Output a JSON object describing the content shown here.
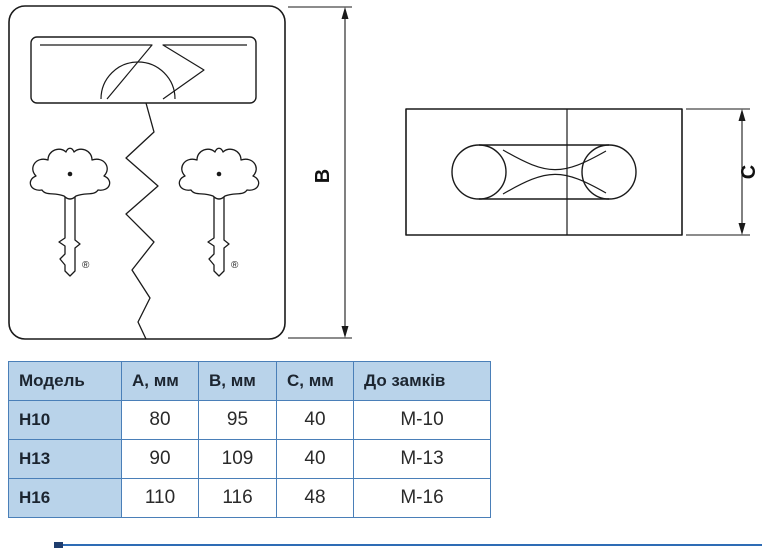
{
  "colors": {
    "line_art": "#1a1a1a",
    "table_border": "#4a7fb8",
    "table_header_bg": "#b9d3ea",
    "accent_line": "#2e6cb5"
  },
  "drawings": {
    "front_view": {
      "dimension_label": "B"
    },
    "top_view": {
      "dimension_label": "C"
    },
    "registered_mark": "®"
  },
  "table": {
    "headers": [
      "Модель",
      "А, мм",
      "В, мм",
      "С, мм",
      "До замків"
    ],
    "rows": [
      [
        "Н10",
        "80",
        "95",
        "40",
        "М-10"
      ],
      [
        "Н13",
        "90",
        "109",
        "40",
        "М-13"
      ],
      [
        "Н16",
        "110",
        "116",
        "48",
        "М-16"
      ]
    ]
  }
}
